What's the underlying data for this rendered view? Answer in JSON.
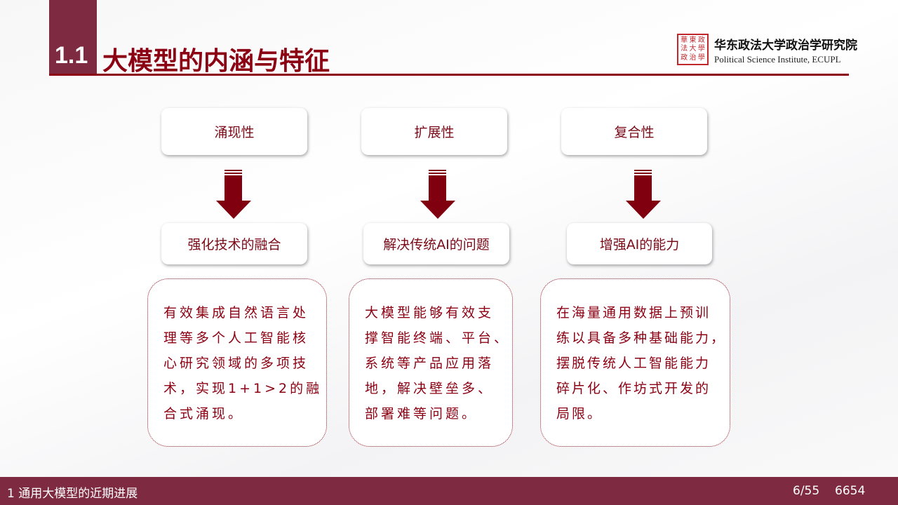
{
  "header": {
    "section_number": "1.1",
    "title": "大模型的内涵与特征",
    "institute_cn": "华东政法大学政治学研究院",
    "institute_en": "Political Science Institute, ECUPL",
    "seal_chars": [
      "華",
      "東",
      "政",
      "法",
      "大",
      "學",
      "政",
      "治",
      "學"
    ]
  },
  "columns": [
    {
      "feature": "涌现性",
      "result": "强化技术的融合",
      "description": [
        "有效集成自然语言处",
        "理等多个人工智能核",
        "心研究领域的多项技",
        "术，实现1+1>2的融",
        "合式涌现。"
      ]
    },
    {
      "feature": "扩展性",
      "result": "解决传统AI的问题",
      "description": [
        "大模型能够有效支",
        "撑智能终端、平台、",
        "系统等产品应用落",
        "地，解决壁垒多、",
        "部署难等问题。"
      ]
    },
    {
      "feature": "复合性",
      "result": "增强AI的能力",
      "description": [
        "在海量通用数据上预训",
        "练以具备多种基础能力，",
        "摆脱传统人工智能能力",
        "碎片化、作坊式开发的",
        "局限。"
      ]
    }
  ],
  "footer": {
    "section": "1 通用大模型的近期进展",
    "page": "6/55",
    "page_overlay": "6654"
  },
  "colors": {
    "accent": "#8b0012",
    "bar": "#7e2b42"
  }
}
